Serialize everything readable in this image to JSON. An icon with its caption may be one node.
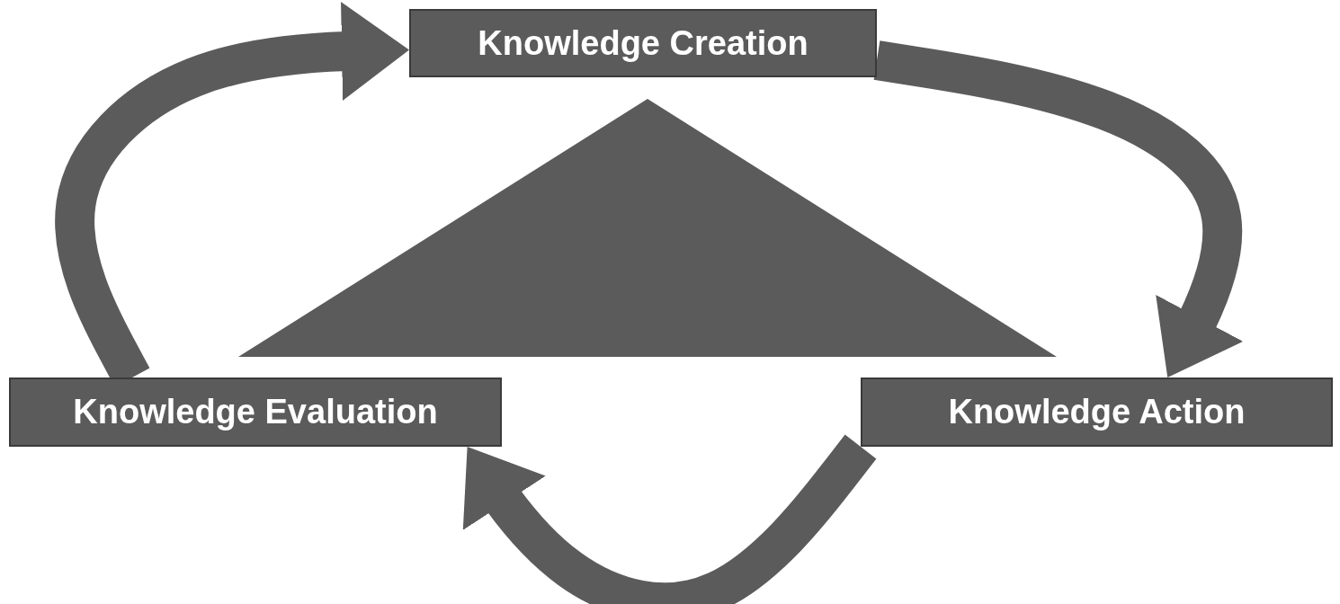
{
  "diagram": {
    "nodes": [
      {
        "text": [
          "Knowledge Creation"
        ]
      },
      {
        "text": [
          "Knowledge Action"
        ]
      },
      {
        "text": [
          "Knowledge Evaluation"
        ]
      }
    ],
    "edges": [
      {
        "from": 0,
        "to": 1,
        "arrow": "to"
      },
      {
        "from": 1,
        "to": 2,
        "arrow": "to"
      },
      {
        "from": 2,
        "to": 0,
        "arrow": "to"
      }
    ]
  }
}
